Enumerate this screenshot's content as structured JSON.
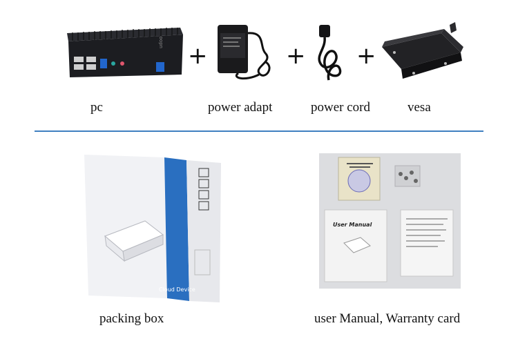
{
  "top_row": {
    "items": [
      {
        "label": "pc"
      },
      {
        "label": "power adapt"
      },
      {
        "label": "power cord"
      },
      {
        "label": "vesa"
      }
    ],
    "plus_sign": "+"
  },
  "bottom_row": {
    "items": [
      {
        "label": "packing box"
      },
      {
        "label": "user Manual, Warranty card"
      }
    ]
  },
  "box_print": {
    "side_text": "Cloud Device",
    "brand_mark": "udoo"
  },
  "manual_print": {
    "title": "User Manual"
  },
  "colors": {
    "divider": "#3f7fc0",
    "box_blue": "#2a6fc0",
    "device_body": "#1c1d21",
    "usb_blue": "#2266cc"
  }
}
